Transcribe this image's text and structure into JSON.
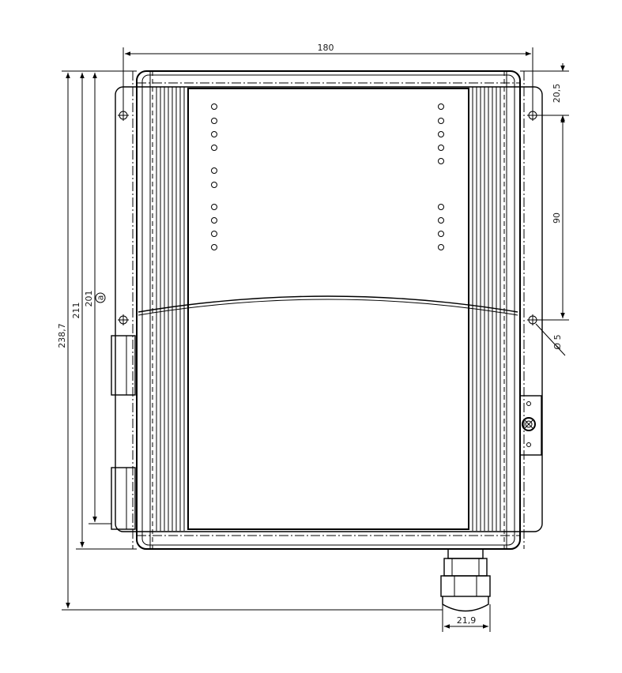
{
  "dimensions": {
    "top_width": "180",
    "top_hole_offset": "20,5",
    "hole_spacing": "90",
    "total_height": "238,7",
    "body_height": "211",
    "inner_height": "201",
    "hole_diameter": "Ø 5",
    "gland_width": "21,9",
    "label_a": "a"
  }
}
